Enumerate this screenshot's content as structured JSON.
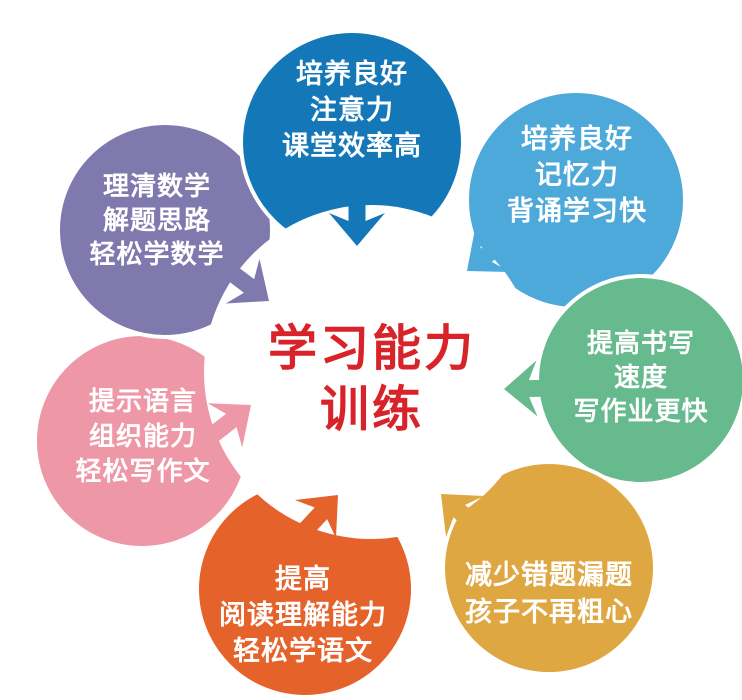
{
  "diagram": {
    "name": "learning-ability-training-flower-diagram",
    "background_color": "#ffffff",
    "center": {
      "title_line1": "学习能力",
      "title_line2": "训练",
      "text_color": "#d9232a",
      "circle_color": "#ffffff"
    },
    "petals": [
      {
        "id": "attention",
        "position": "top",
        "color": "#1478b8",
        "lines": [
          "培养良好",
          "注意力",
          "课堂效率高"
        ]
      },
      {
        "id": "memory",
        "position": "top-right",
        "color": "#4ea9db",
        "lines": [
          "培养良好",
          "记忆力",
          "背诵学习快"
        ]
      },
      {
        "id": "writing-speed",
        "position": "right",
        "color": "#66ba8e",
        "lines": [
          "提高书写",
          "速度",
          "写作业更快"
        ]
      },
      {
        "id": "carefulness",
        "position": "bottom-right",
        "color": "#dfa741",
        "lines": [
          "减少错题漏题",
          "孩子不再粗心"
        ]
      },
      {
        "id": "reading",
        "position": "bottom",
        "color": "#e5622a",
        "lines": [
          "提高",
          "阅读理解能力",
          "轻松学语文"
        ]
      },
      {
        "id": "composition",
        "position": "left",
        "color": "#ee97a6",
        "lines": [
          "提示语言",
          "组织能力",
          "轻松写作文"
        ]
      },
      {
        "id": "math",
        "position": "top-left",
        "color": "#8079ae",
        "lines": [
          "理清数学",
          "解题思路",
          "轻松学数学"
        ]
      }
    ]
  }
}
